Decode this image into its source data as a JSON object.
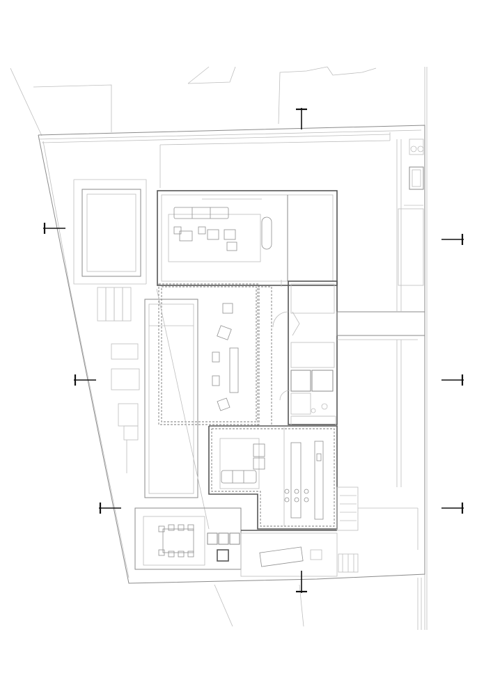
{
  "drawing": {
    "kind": "architectural floor plan",
    "colors": {
      "line_light": "#bdbdbd",
      "line_mid": "#8a8a8a",
      "wall": "#555555",
      "marker": "#111111",
      "background": "#ffffff"
    },
    "section_markers": [
      {
        "id": "top",
        "orientation": "vertical"
      },
      {
        "id": "bottom",
        "orientation": "vertical"
      },
      {
        "id": "left-1",
        "orientation": "horizontal"
      },
      {
        "id": "left-2",
        "orientation": "horizontal"
      },
      {
        "id": "left-3",
        "orientation": "horizontal"
      },
      {
        "id": "right-1",
        "orientation": "horizontal"
      },
      {
        "id": "right-2",
        "orientation": "horizontal"
      },
      {
        "id": "right-3",
        "orientation": "horizontal"
      }
    ]
  }
}
